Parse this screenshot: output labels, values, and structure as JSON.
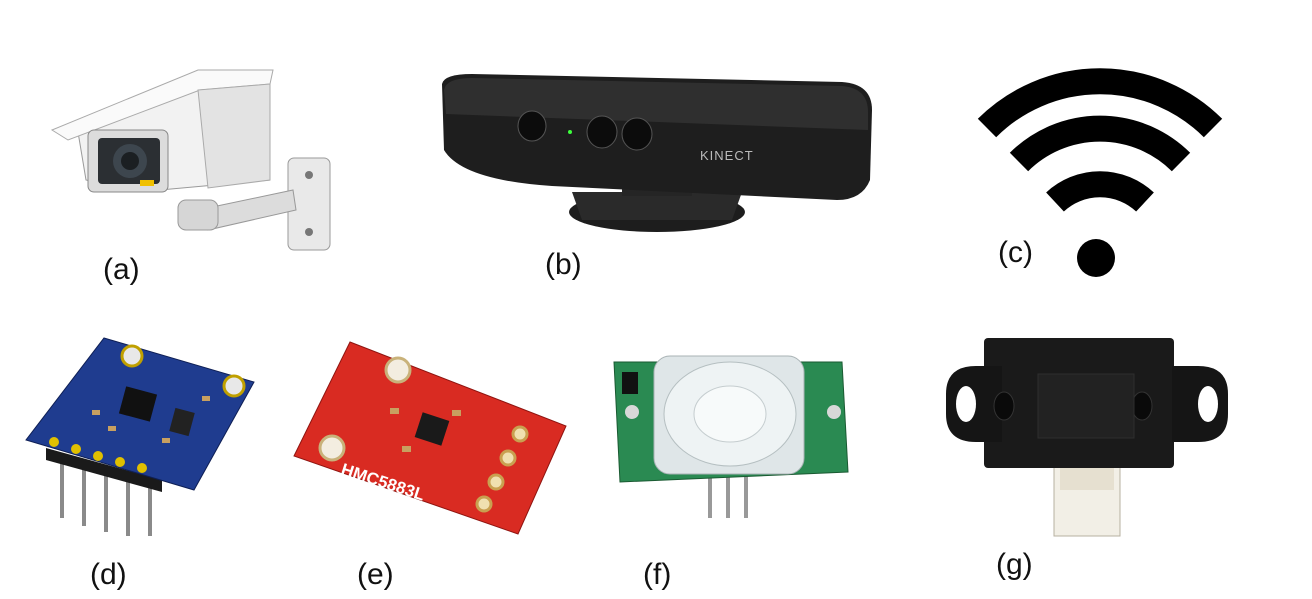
{
  "figure": {
    "panels": [
      {
        "label": "(a)",
        "icon": "surveillance-camera-icon"
      },
      {
        "label": "(b)",
        "icon": "kinect-sensor-icon",
        "device_text": "KINECT"
      },
      {
        "label": "(c)",
        "icon": "wifi-icon"
      },
      {
        "label": "(d)",
        "icon": "imu-board-icon"
      },
      {
        "label": "(e)",
        "icon": "magnetometer-board-icon",
        "device_text": "HMC5883L"
      },
      {
        "label": "(f)",
        "icon": "pir-sensor-icon"
      },
      {
        "label": "(g)",
        "icon": "ir-distance-sensor-icon"
      }
    ]
  }
}
